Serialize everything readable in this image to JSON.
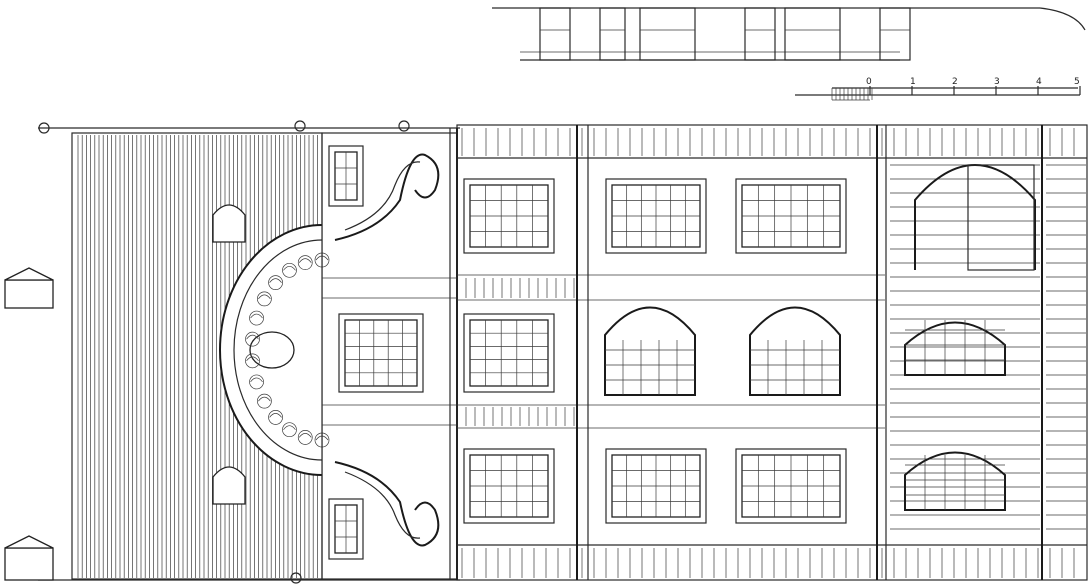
{
  "scale_bar": {
    "labels": [
      "0",
      "1",
      "2",
      "3",
      "4",
      "5"
    ]
  },
  "colors": {
    "ink": "#2a2a2a",
    "paper": "#ffffff"
  }
}
